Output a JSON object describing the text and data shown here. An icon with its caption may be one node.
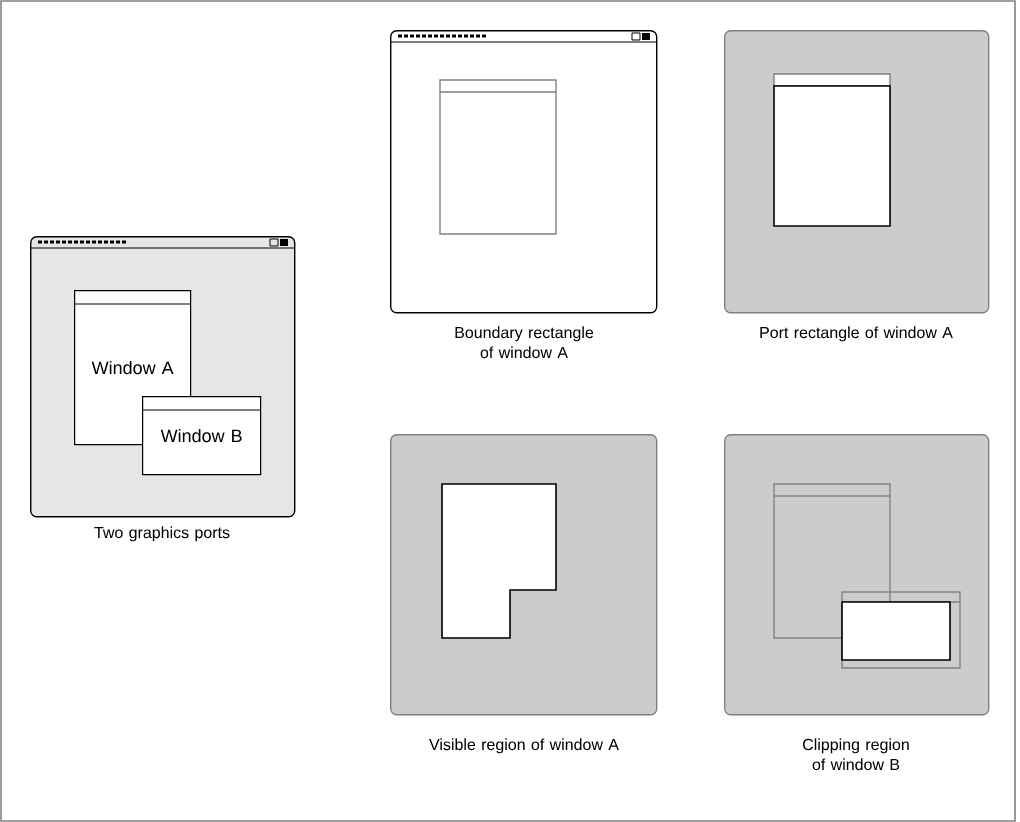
{
  "diagram": {
    "nodes": [
      {
        "text": [],
        "shape": "box",
        "beside": [
          "Two graphics ports"
        ]
      },
      {
        "text": [
          "Window A"
        ],
        "in": 0
      },
      {
        "text": [
          "Window B"
        ],
        "in": 0
      },
      {
        "text": [],
        "shape": "box",
        "beside": [
          "Boundary rectangle of window A"
        ]
      },
      {
        "text": [],
        "shape": "box",
        "beside": [
          "Port rectangle of window A"
        ]
      },
      {
        "text": [],
        "shape": "box",
        "beside": [
          "Visible region of window A"
        ]
      },
      {
        "text": [],
        "shape": "box",
        "beside": [
          "Clipping region of window B"
        ]
      }
    ]
  }
}
